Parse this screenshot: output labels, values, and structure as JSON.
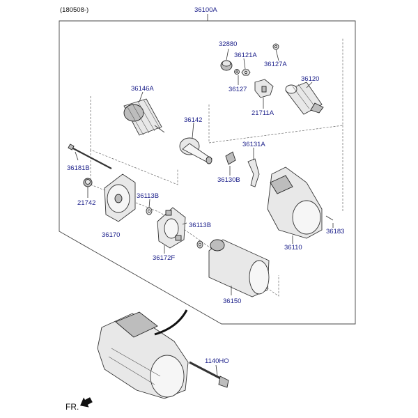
{
  "diagram": {
    "date_code": "(180508-)",
    "assembly_label": "36100A",
    "direction_label": "FR.",
    "parts": [
      {
        "id": "p32880",
        "label": "32880"
      },
      {
        "id": "p36121A",
        "label": "36121A"
      },
      {
        "id": "p36127A",
        "label": "36127A"
      },
      {
        "id": "p36127",
        "label": "36127"
      },
      {
        "id": "p36120",
        "label": "36120"
      },
      {
        "id": "p21711A",
        "label": "21711A"
      },
      {
        "id": "p36146A",
        "label": "36146A"
      },
      {
        "id": "p36142",
        "label": "36142"
      },
      {
        "id": "p36131A",
        "label": "36131A"
      },
      {
        "id": "p36181B",
        "label": "36181B"
      },
      {
        "id": "p36130B",
        "label": "36130B"
      },
      {
        "id": "p36113B_1",
        "label": "36113B"
      },
      {
        "id": "p21742",
        "label": "21742"
      },
      {
        "id": "p36113B_2",
        "label": "36113B"
      },
      {
        "id": "p36183",
        "label": "36183"
      },
      {
        "id": "p36170",
        "label": "36170"
      },
      {
        "id": "p36110",
        "label": "36110"
      },
      {
        "id": "p36172F",
        "label": "36172F"
      },
      {
        "id": "p36150",
        "label": "36150"
      },
      {
        "id": "p1140HO",
        "label": "1140HO"
      }
    ]
  }
}
